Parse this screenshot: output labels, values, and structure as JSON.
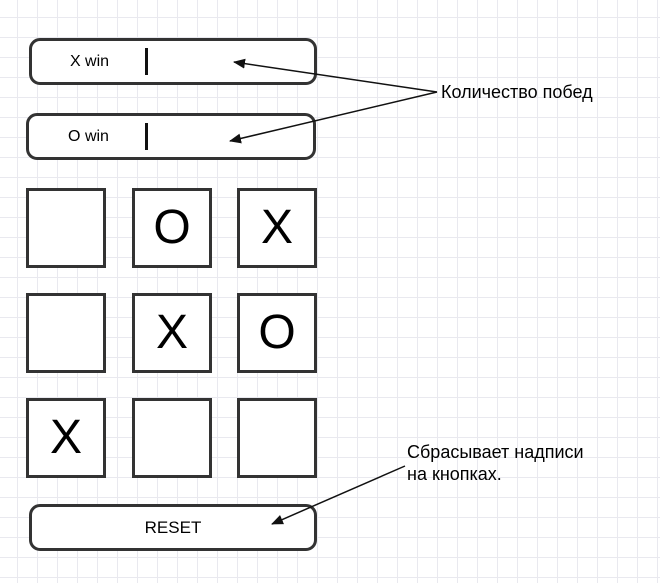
{
  "scoreboard": {
    "x_label": "X win",
    "x_value": "",
    "o_label": "O win",
    "o_value": ""
  },
  "board": {
    "cells": [
      "",
      "O",
      "X",
      "",
      "X",
      "O",
      "X",
      "",
      ""
    ]
  },
  "reset_label": "RESET",
  "annotations": {
    "wins_note": "Количество побед",
    "reset_note_line1": "Сбрасывает надписи",
    "reset_note_line2": "на кнопках."
  }
}
